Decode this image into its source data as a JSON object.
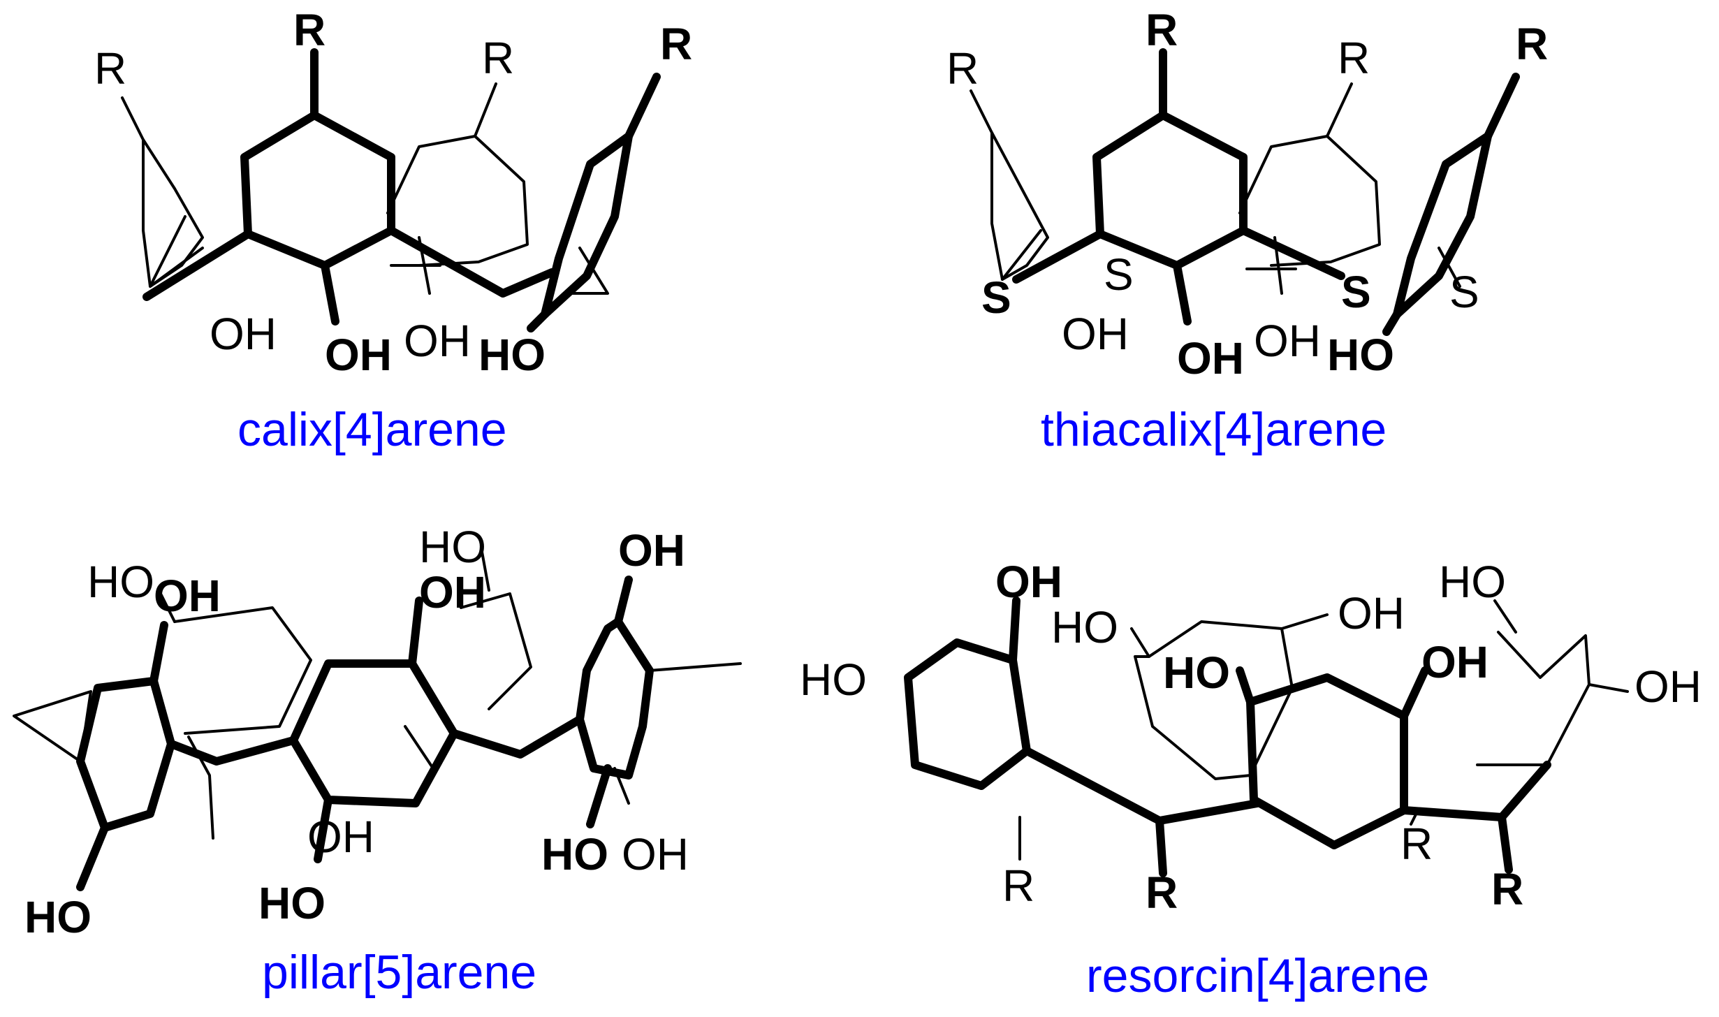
{
  "caption_color": "#0000ff",
  "bond_color": "#000000",
  "labels": {
    "R": "R",
    "OH": "OH",
    "HO": "HO",
    "S": "S"
  },
  "captions": {
    "calixarene": "calix[4]arene",
    "thiacalixarene": "thiacalix[4]arene",
    "pillararene": "pillar[5]arene",
    "resorcinarene": "resorcin[4]arene"
  }
}
